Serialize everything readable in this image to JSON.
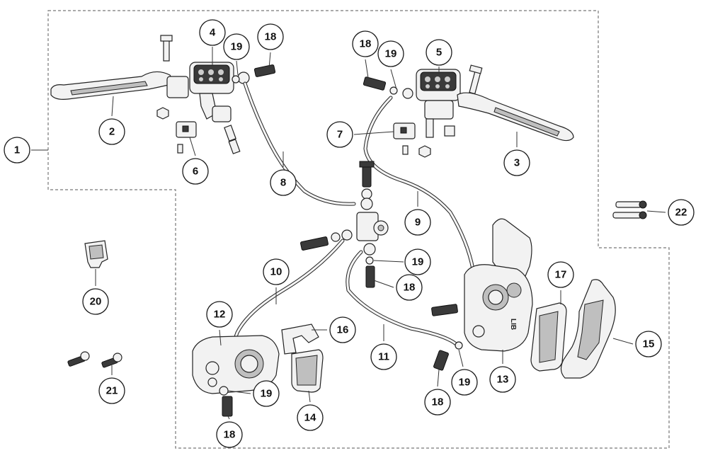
{
  "callouts": [
    {
      "id": "c1",
      "label": "1"
    },
    {
      "id": "c2",
      "label": "2"
    },
    {
      "id": "c3",
      "label": "3"
    },
    {
      "id": "c4",
      "label": "4"
    },
    {
      "id": "c5",
      "label": "5"
    },
    {
      "id": "c6",
      "label": "6"
    },
    {
      "id": "c7",
      "label": "7"
    },
    {
      "id": "c8",
      "label": "8"
    },
    {
      "id": "c9",
      "label": "9"
    },
    {
      "id": "c10",
      "label": "10"
    },
    {
      "id": "c11",
      "label": "11"
    },
    {
      "id": "c12",
      "label": "12"
    },
    {
      "id": "c13",
      "label": "13"
    },
    {
      "id": "c14",
      "label": "14"
    },
    {
      "id": "c15",
      "label": "15"
    },
    {
      "id": "c16",
      "label": "16"
    },
    {
      "id": "c17",
      "label": "17"
    },
    {
      "id": "c18a",
      "label": "18"
    },
    {
      "id": "c18b",
      "label": "18"
    },
    {
      "id": "c18c",
      "label": "18"
    },
    {
      "id": "c18d",
      "label": "18"
    },
    {
      "id": "c18e",
      "label": "18"
    },
    {
      "id": "c19a",
      "label": "19"
    },
    {
      "id": "c19b",
      "label": "19"
    },
    {
      "id": "c19c",
      "label": "19"
    },
    {
      "id": "c19d",
      "label": "19"
    },
    {
      "id": "c19e",
      "label": "19"
    },
    {
      "id": "c20",
      "label": "20"
    },
    {
      "id": "c21",
      "label": "21"
    },
    {
      "id": "c22",
      "label": "22"
    }
  ],
  "caliper_marking": "LIB"
}
